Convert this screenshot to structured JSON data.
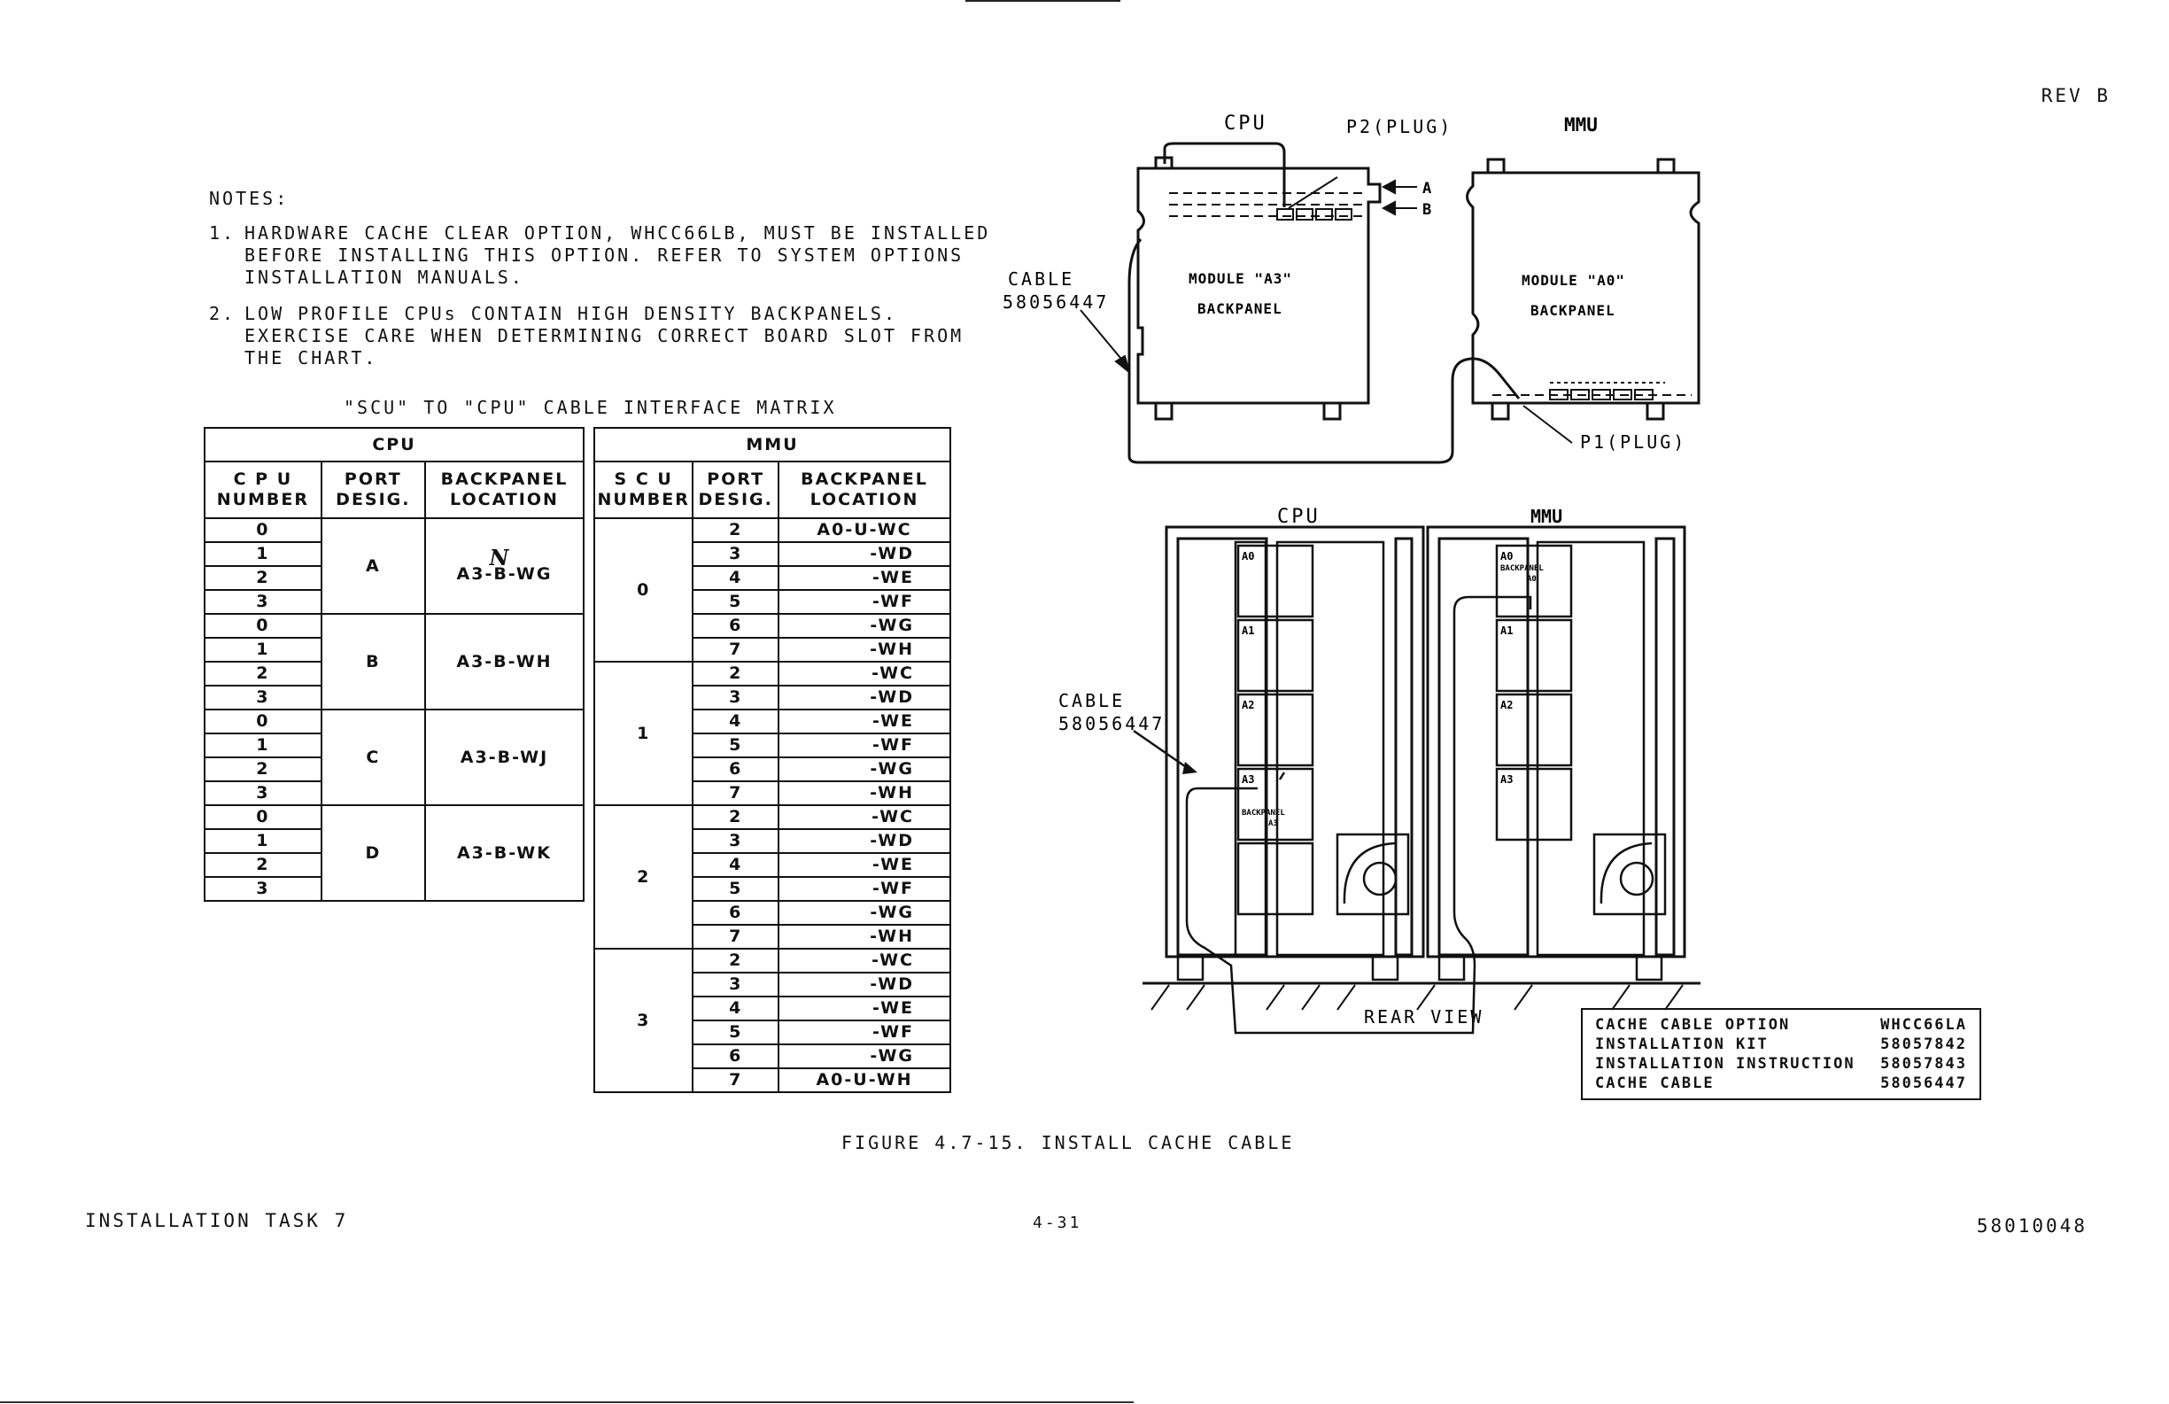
{
  "header": {
    "rev": "REV B"
  },
  "notes": {
    "title": "NOTES:",
    "n1_num": "1.",
    "n1_lines": [
      "HARDWARE CACHE CLEAR OPTION, WHCC66LB, MUST BE INSTALLED",
      "BEFORE INSTALLING THIS OPTION.  REFER TO SYSTEM OPTIONS",
      "INSTALLATION MANUALS."
    ],
    "n2_num": "2.",
    "n2_lines": [
      "LOW PROFILE CPUs CONTAIN HIGH DENSITY BACKPANELS.",
      "EXERCISE CARE WHEN DETERMINING CORRECT BOARD SLOT FROM",
      "THE CHART."
    ]
  },
  "matrix_title": "\"SCU\" TO \"CPU\" CABLE INTERFACE MATRIX",
  "cpu_table": {
    "group": "CPU",
    "headers": [
      [
        "C P U",
        "NUMBER"
      ],
      [
        "PORT",
        "DESIG."
      ],
      [
        "BACKPANEL",
        "LOCATION"
      ]
    ],
    "ports": [
      {
        "cpus": [
          "0",
          "1",
          "2",
          "3"
        ],
        "port": "A",
        "location": "A3-B-WG",
        "mark": "N"
      },
      {
        "cpus": [
          "0",
          "1",
          "2",
          "3"
        ],
        "port": "B",
        "location": "A3-B-WH"
      },
      {
        "cpus": [
          "0",
          "1",
          "2",
          "3"
        ],
        "port": "C",
        "location": "A3-B-WJ"
      },
      {
        "cpus": [
          "0",
          "1",
          "2",
          "3"
        ],
        "port": "D",
        "location": "A3-B-WK"
      }
    ]
  },
  "mmu_table": {
    "group": "MMU",
    "headers": [
      [
        "S C U",
        "NUMBER"
      ],
      [
        "PORT",
        "DESIG."
      ],
      [
        "BACKPANEL",
        "LOCATION"
      ]
    ],
    "groups": [
      {
        "scu": "0",
        "rows": [
          [
            "2",
            "A0-U-WC"
          ],
          [
            "3",
            "-WD"
          ],
          [
            "4",
            "-WE"
          ],
          [
            "5",
            "-WF"
          ],
          [
            "6",
            "-WG"
          ],
          [
            "7",
            "-WH"
          ]
        ]
      },
      {
        "scu": "1",
        "rows": [
          [
            "2",
            "-WC"
          ],
          [
            "3",
            "-WD"
          ],
          [
            "4",
            "-WE"
          ],
          [
            "5",
            "-WF"
          ],
          [
            "6",
            "-WG"
          ],
          [
            "7",
            "-WH"
          ]
        ]
      },
      {
        "scu": "2",
        "rows": [
          [
            "2",
            "-WC"
          ],
          [
            "3",
            "-WD"
          ],
          [
            "4",
            "-WE"
          ],
          [
            "5",
            "-WF"
          ],
          [
            "6",
            "-WG"
          ],
          [
            "7",
            "-WH"
          ]
        ]
      },
      {
        "scu": "3",
        "rows": [
          [
            "2",
            "-WC"
          ],
          [
            "3",
            "-WD"
          ],
          [
            "4",
            "-WE"
          ],
          [
            "5",
            "-WF"
          ],
          [
            "6",
            "-WG"
          ],
          [
            "7",
            "A0-U-WH"
          ]
        ]
      }
    ]
  },
  "diagram_top": {
    "cpu_label": "CPU",
    "mmu_label": "MMU",
    "p2": "P2(PLUG)",
    "p1": "P1(PLUG)",
    "a": "A",
    "b": "B",
    "cable": "CABLE",
    "cable_no": "58056447",
    "mod_a3": "MODULE \"A3\"",
    "mod_a0": "MODULE \"A0\"",
    "backpanel": "BACKPANEL"
  },
  "diagram_rear": {
    "cpu_label": "CPU",
    "mmu_label": "MMU",
    "cable": "CABLE",
    "cable_no": "58056447",
    "cpu_slots": [
      "A0",
      "A1",
      "A2",
      "A3"
    ],
    "cpu_bp": "BACKPANEL",
    "cpu_bp2": "A3",
    "mmu_slots": [
      "A0",
      "A1",
      "A2",
      "A3"
    ],
    "mmu_bp": "BACKPANEL",
    "mmu_bp2": "A0",
    "caption": "REAR VIEW"
  },
  "legend": [
    [
      "CACHE CABLE OPTION",
      "WHCC66LA"
    ],
    [
      "INSTALLATION KIT",
      "58057842"
    ],
    [
      "INSTALLATION INSTRUCTION",
      "58057843"
    ],
    [
      "CACHE CABLE",
      "58056447"
    ]
  ],
  "figure_caption": "FIGURE 4.7-15.  INSTALL CACHE CABLE",
  "footer": {
    "left": "INSTALLATION TASK 7",
    "center": "4-31",
    "right": "58010048"
  }
}
